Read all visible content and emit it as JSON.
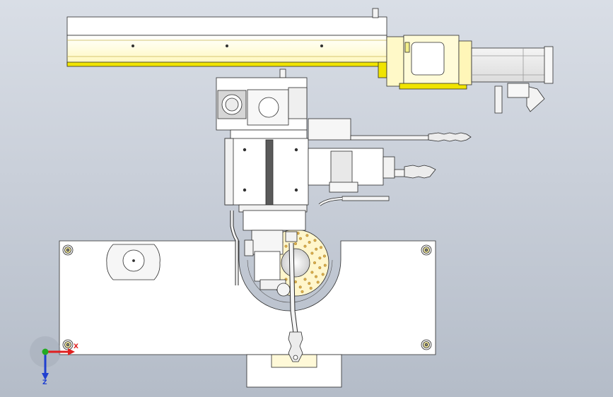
{
  "viewport": {
    "background_top": "#d9dee6",
    "background_bottom": "#b4bcc8"
  },
  "colors": {
    "outline": "#2b2b2b",
    "part_white": "#ffffff",
    "part_grey": "#e9eaec",
    "rail_yellow": "#fffbd0",
    "rail_yellow_dark": "#f0e400",
    "disc_yellow": "#fff6cc",
    "axis_x": "#e02020",
    "axis_y": "#22aa22",
    "axis_z": "#2040d0"
  },
  "triad": {
    "x_label": "X",
    "z_label": "Z",
    "x_icon": "axis-x-arrow",
    "y_icon": "axis-y-arrow",
    "z_icon": "axis-z-arrow"
  }
}
